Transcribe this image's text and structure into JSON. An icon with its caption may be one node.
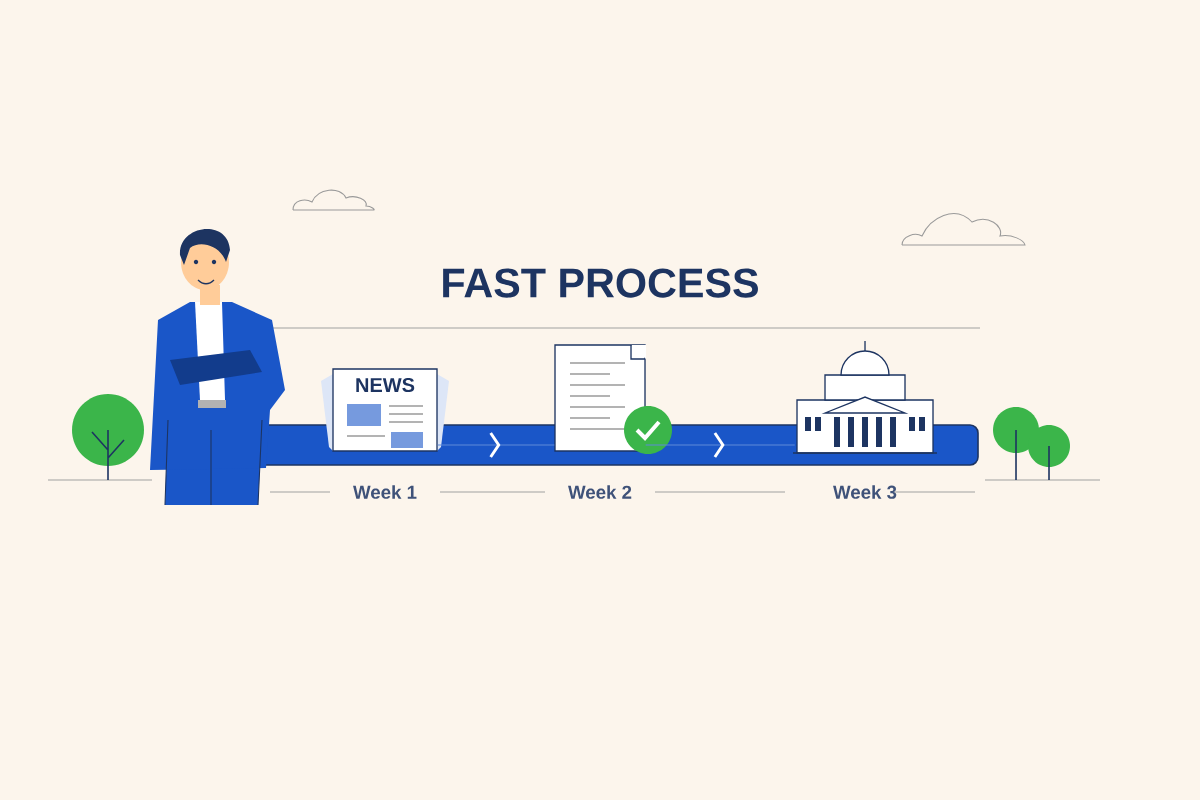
{
  "diagram": {
    "title": "FAST PROCESS",
    "nodes": [
      {
        "text": [
          "NEWS"
        ],
        "beside": [
          "Week 1"
        ]
      },
      {
        "text": [],
        "shape": "picture",
        "beside": [
          "Week 2"
        ]
      },
      {
        "text": [],
        "shape": "picture",
        "beside": [
          "Week 3"
        ]
      }
    ],
    "edges": [
      {
        "from": 0,
        "to": 1,
        "arrow": "to"
      },
      {
        "from": 1,
        "to": 2,
        "arrow": "to"
      }
    ]
  }
}
